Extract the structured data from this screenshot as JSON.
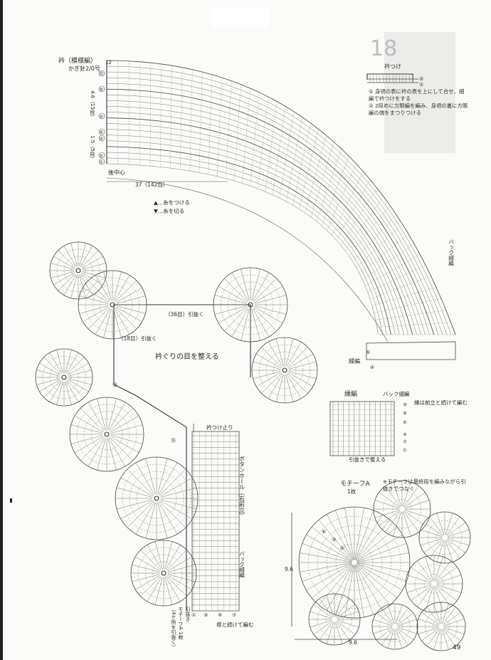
{
  "page_number": "49",
  "corner_number": "18",
  "collar": {
    "title": "衿（模様編）",
    "hook": "かぎ針2/0号",
    "dim_side": "4.6（15段）",
    "dim_lower": "1.5（5段）",
    "rows_top": "12",
    "center_back": "後中心",
    "width": "37（142目）",
    "row_nums": [
      "⑮",
      "⑩",
      "⑤",
      "④",
      "③",
      "②",
      "①"
    ],
    "legend_attach": "▲…糸をつける",
    "legend_cut": "▼…糸を切る",
    "back_stitch": "バック細編",
    "edging": "縁編",
    "edging_rows": [
      "⑤",
      "④"
    ]
  },
  "attach": {
    "title": "衿つけ",
    "rows": [
      "②",
      "①"
    ],
    "note1": "① 身頃の表に衿の表を上にして合せ、細編で衿つけをする",
    "note2": "② 2段めに方眼編を編み、身頃の裏に方眼編の端をまつりつける"
  },
  "body": {
    "pull1": "（36目）引抜く",
    "pull2": "（18目）引抜く",
    "arrange": "衿ぐりの目を整える",
    "neck_end": "衿つけ止り",
    "buttonhole": "ボタンホール（右前立）",
    "back_stitch2": "バック細編",
    "front_rows": [
      "①",
      "③",
      "⑤",
      "⑦"
    ],
    "continue": "襟と続けて編む",
    "pull_note": "引抜き",
    "motif_note": "モチーフA 1枚",
    "overlap_note": "（4ケ所を引抜く）",
    "row13": "⑬",
    "row15": "⑮"
  },
  "edging_chart": {
    "title": "縁編",
    "sub": "バック細編",
    "rows": [
      "⑩",
      "⑧",
      "⑥",
      "④",
      "②",
      "①"
    ],
    "note_top": "縁は前立と続けて編む",
    "pull_note": "引抜きで整える"
  },
  "motif": {
    "title": "モチーフA",
    "count": "1枚",
    "join_note": "※モチーフは最終段を編みながら引抜きでつなぐ",
    "size_h": "9.6",
    "size_w": "9.6",
    "rows": [
      "⑥",
      "③",
      "①"
    ]
  }
}
